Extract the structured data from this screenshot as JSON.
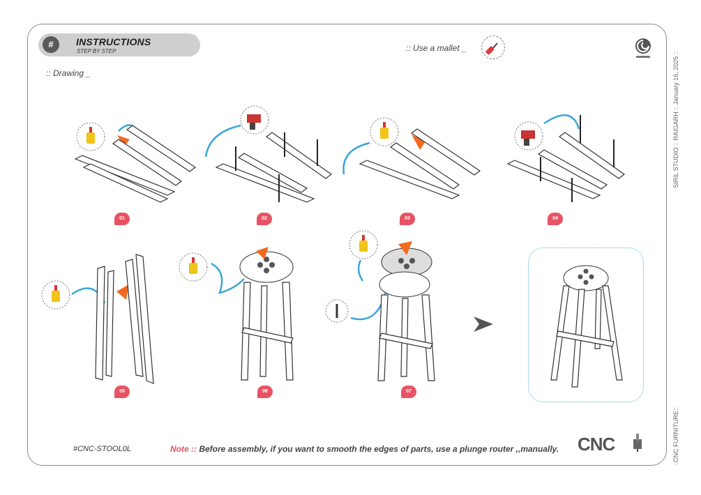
{
  "header": {
    "title": "INSTRUCTIONS",
    "subtitle": "STEP BY STEP",
    "hash": "#"
  },
  "drawing_label": ":: Drawing _",
  "mallet_note": ":: Use a mallet _",
  "side": {
    "right_top": "SIRIL STUDIO  ::  RAIGARH :: January 16, 2025 ::",
    "right_bottom": "::CNC FURNITURE::"
  },
  "steps": [
    "01",
    "02",
    "03",
    "04",
    "05",
    "06",
    "07"
  ],
  "footer": {
    "code": "#CNC-STOOL0L",
    "note_label": "Note ::",
    "note_text": "Before assembly, if you want to smooth the edges of parts, use a plunge router ,,manually.",
    "cnc_logo": "CNC"
  },
  "icons": [
    "glue-bottle-icon",
    "drill-icon",
    "mallet-icon",
    "screw-icon",
    "arrow-icon",
    "brand-logo-icon",
    "router-icon"
  ],
  "colors": {
    "accent": "#e85364",
    "arrow": "#3aa6d6",
    "hint": "#f26a21",
    "glue": "#f0c419"
  }
}
